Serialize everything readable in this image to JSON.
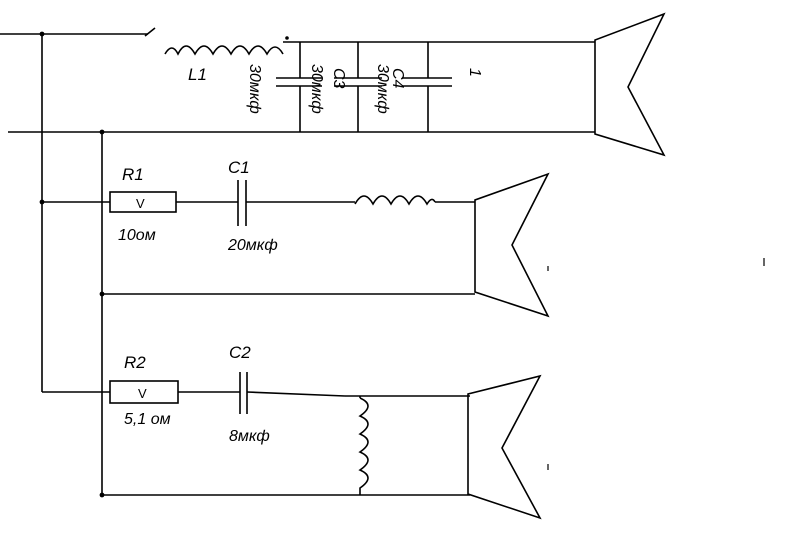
{
  "diagram": {
    "labels": {
      "L1": "L1",
      "C1": "C1",
      "C2": "C2",
      "C3": "C3",
      "C4": "C4",
      "cap_1": "1",
      "R1": "R1",
      "R2": "R2",
      "v_r1": "V",
      "v_r2": "V",
      "val_r1": "10ом",
      "val_r2": "5,1 ом",
      "val_c1": "20мкф",
      "val_c2": "8мкф",
      "val_bank_a": "30мкф",
      "val_bank_b": "30мкф",
      "val_bank_c": "30мкф"
    }
  }
}
